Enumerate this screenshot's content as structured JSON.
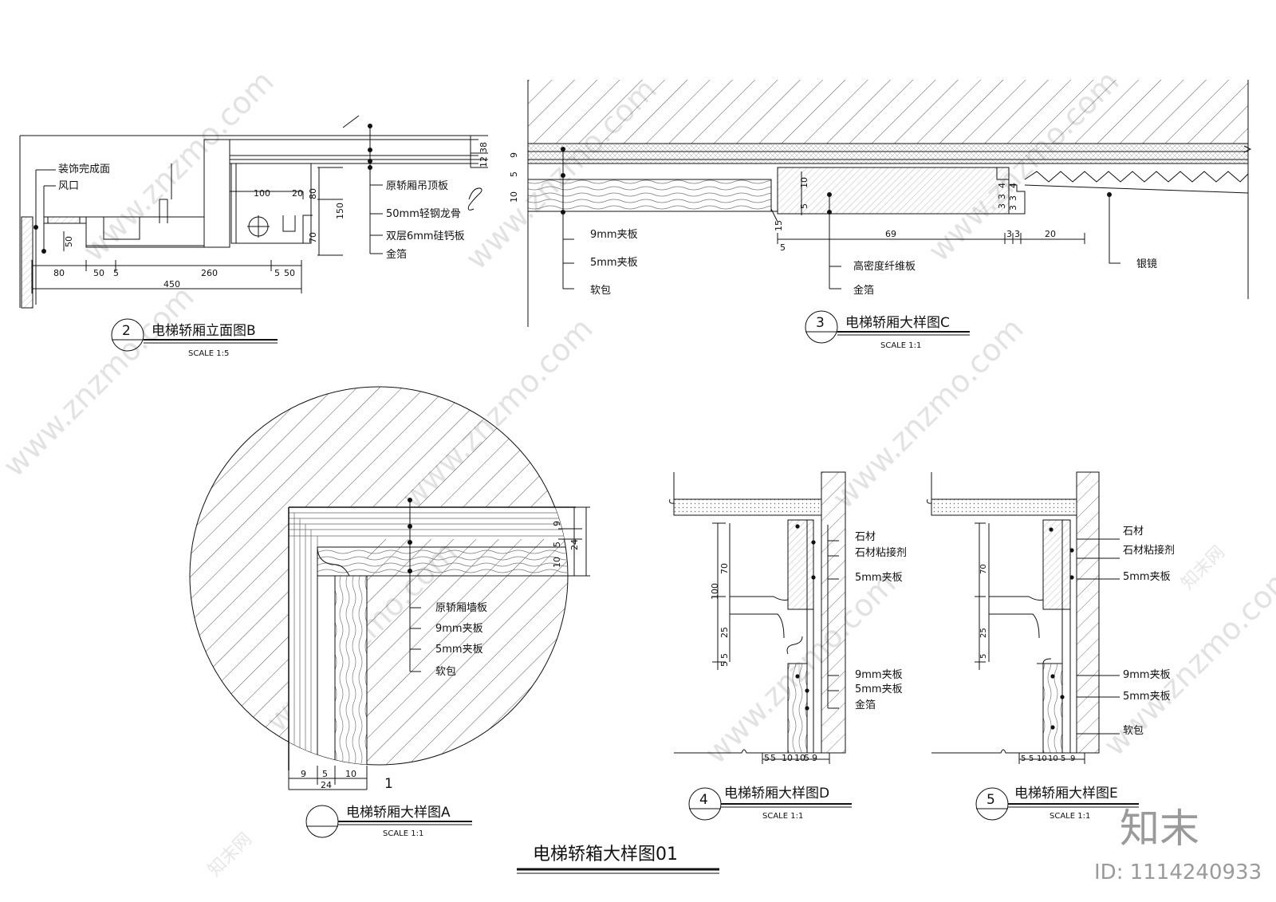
{
  "watermark": {
    "site": "www.znzmo.com",
    "brand": "知末",
    "brand_cn": "知末网",
    "id_text": "ID: 1114240933"
  },
  "main_title": "电梯轿箱大样图01",
  "views": {
    "b": {
      "number": "2",
      "title": "电梯轿厢立面图B",
      "scale": "SCALE 1:5",
      "labels": [
        "装饰完成面",
        "风口",
        "原轿厢吊顶板",
        "50mm轻钢龙骨",
        "双层6mm硅钙板",
        "金箔"
      ],
      "dims": [
        "100",
        "20",
        "80",
        "150",
        "70",
        "38",
        "12",
        "50",
        "80",
        "50",
        "5",
        "260",
        "5",
        "50",
        "450"
      ]
    },
    "c": {
      "number": "3",
      "title": "电梯轿厢大样图C",
      "scale": "SCALE 1:1",
      "labels": [
        "9mm夹板",
        "5mm夹板",
        "软包",
        "高密度纤维板",
        "金箔",
        "银镜"
      ],
      "dims": [
        "9",
        "5",
        "10",
        "10",
        "5",
        "4",
        "3",
        "3",
        "4",
        "3",
        "3",
        "15",
        "5",
        "69",
        "3",
        "3",
        "20"
      ]
    },
    "a": {
      "number": "1",
      "title": "电梯轿厢大样图A",
      "scale": "SCALE 1:1",
      "labels": [
        "原轿厢墙板",
        "9mm夹板",
        "5mm夹板",
        "软包"
      ],
      "dims": [
        "9",
        "5",
        "10",
        "24",
        "9",
        "5",
        "10",
        "24"
      ],
      "corner_mark": "1"
    },
    "d": {
      "number": "4",
      "title": "电梯轿厢大样图D",
      "scale": "SCALE 1:1",
      "labels": [
        "石材",
        "石材粘接剂",
        "5mm夹板",
        "9mm夹板",
        "5mm夹板",
        "金箔"
      ],
      "dims": [
        "100",
        "70",
        "25",
        "5",
        "5",
        "5",
        "5",
        "10",
        "10",
        "5",
        "9"
      ]
    },
    "e": {
      "number": "5",
      "title": "电梯轿厢大样图E",
      "scale": "SCALE 1:1",
      "labels": [
        "石材",
        "石材粘接剂",
        "5mm夹板",
        "9mm夹板",
        "5mm夹板",
        "软包"
      ],
      "dims": [
        "70",
        "25",
        "5",
        "5",
        "5",
        "10",
        "10",
        "5",
        "9"
      ]
    }
  }
}
